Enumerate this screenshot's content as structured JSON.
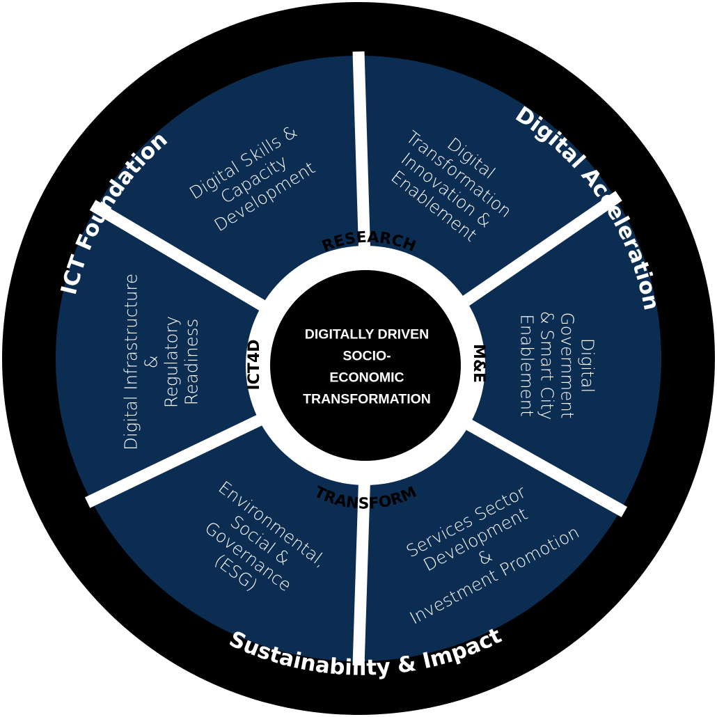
{
  "colors": {
    "outer_ring": "#000000",
    "segment_fill": "#0c2d52",
    "divider": "#ffffff",
    "inner_ring": "#ffffff",
    "center": "#000000",
    "ring_text": "#ffffff",
    "inner_ring_text": "#000000",
    "segment_text": "#ffffff"
  },
  "outer_ring": {
    "left": "ICT Foundation",
    "right": "Digital Acceleration",
    "bottom": "Sustainability & Impact"
  },
  "inner_ring": {
    "top": "RESEARCH",
    "right": "M&E",
    "bottom": "TRANSFORM",
    "left": "ICT4D"
  },
  "center": {
    "lines": [
      "DIGITALLY DRIVEN",
      "SOCIO-",
      "ECONOMIC",
      "TRANSFORMATION"
    ]
  },
  "segments": [
    {
      "lines": [
        "Digital Skills &",
        "Capacity",
        "Development"
      ]
    },
    {
      "lines": [
        "Digital",
        "Transformation",
        "Innovation &",
        "Enablement"
      ]
    },
    {
      "lines": [
        "Digital",
        "Government",
        "& Smart City",
        "Enablement"
      ]
    },
    {
      "lines": [
        "Services Sector",
        "Development",
        "&",
        "Investment Promotion"
      ]
    },
    {
      "lines": [
        "Environmental,",
        "Social &",
        "Governance",
        "(ESG)"
      ]
    },
    {
      "lines": [
        "Digital Infrastructure",
        "&",
        "Regulatory",
        "Readiness"
      ]
    }
  ]
}
